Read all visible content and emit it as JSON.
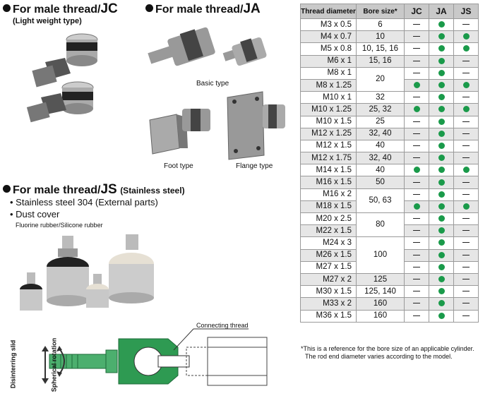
{
  "jc": {
    "title_prefix": "For male thread/",
    "title_code": "JC",
    "subtitle": "(Light weight type)"
  },
  "ja": {
    "title_prefix": "For male thread/",
    "title_code": "JA",
    "basic_caption": "Basic type",
    "foot_caption": "Foot type",
    "flange_caption": "Flange type"
  },
  "js": {
    "title_prefix": "For male thread/",
    "title_code": "JS",
    "title_suffix": "(Stainless steel)",
    "features": [
      "Stainless steel 304 (External parts)",
      "Dust cover"
    ],
    "feature_note": "Fluorine rubber/Silicone rubber"
  },
  "diagram": {
    "connecting_thread_label": "Connecting thread",
    "disinterring_slid_label": "Disinterring slid",
    "spherical_rotation_label": "Spherical rotation"
  },
  "table": {
    "headers": [
      "Thread diameter",
      "Bore size*",
      "JC",
      "JA",
      "JS"
    ],
    "rows": [
      {
        "thread": "M3 x 0.5",
        "bore": "6",
        "jc": false,
        "ja": true,
        "js": false,
        "shade": false
      },
      {
        "thread": "M4 x 0.7",
        "bore": "10",
        "jc": false,
        "ja": true,
        "js": true,
        "shade": true
      },
      {
        "thread": "M5 x 0.8",
        "bore": "10, 15, 16",
        "jc": false,
        "ja": true,
        "js": true,
        "shade": false
      },
      {
        "thread": "M6 x 1",
        "bore": "15, 16",
        "jc": false,
        "ja": true,
        "js": false,
        "shade": true
      },
      {
        "thread": "M8 x 1",
        "bore": "20",
        "jc": false,
        "ja": true,
        "js": false,
        "shade": false
      },
      {
        "thread": "M8 x 1.25",
        "bore": "",
        "jc": true,
        "ja": true,
        "js": true,
        "shade": true
      },
      {
        "thread": "M10 x 1",
        "bore": "32",
        "jc": false,
        "ja": true,
        "js": false,
        "shade": false
      },
      {
        "thread": "M10 x 1.25",
        "bore": "25, 32",
        "jc": true,
        "ja": true,
        "js": true,
        "shade": true
      },
      {
        "thread": "M10 x 1.5",
        "bore": "25",
        "jc": false,
        "ja": true,
        "js": false,
        "shade": false
      },
      {
        "thread": "M12 x 1.25",
        "bore": "32, 40",
        "jc": false,
        "ja": true,
        "js": false,
        "shade": true
      },
      {
        "thread": "M12 x 1.5",
        "bore": "40",
        "jc": false,
        "ja": true,
        "js": false,
        "shade": false
      },
      {
        "thread": "M12 x 1.75",
        "bore": "32, 40",
        "jc": false,
        "ja": true,
        "js": false,
        "shade": true
      },
      {
        "thread": "M14 x 1.5",
        "bore": "40",
        "jc": true,
        "ja": true,
        "js": true,
        "shade": false
      },
      {
        "thread": "M16 x 1.5",
        "bore": "50",
        "jc": false,
        "ja": true,
        "js": false,
        "shade": true
      },
      {
        "thread": "M16 x 2",
        "bore": "50, 63",
        "jc": false,
        "ja": true,
        "js": false,
        "shade": false
      },
      {
        "thread": "M18 x 1.5",
        "bore": "",
        "jc": true,
        "ja": true,
        "js": true,
        "shade": true
      },
      {
        "thread": "M20 x 2.5",
        "bore": "80",
        "jc": false,
        "ja": true,
        "js": false,
        "shade": false
      },
      {
        "thread": "M22 x 1.5",
        "bore": "",
        "jc": false,
        "ja": true,
        "js": false,
        "shade": true
      },
      {
        "thread": "M24 x 3",
        "bore": "100",
        "jc": false,
        "ja": true,
        "js": false,
        "shade": false
      },
      {
        "thread": "M26 x 1.5",
        "bore": "",
        "jc": false,
        "ja": true,
        "js": false,
        "shade": true
      },
      {
        "thread": "M27 x 1.5",
        "bore": "",
        "jc": false,
        "ja": true,
        "js": false,
        "shade": false
      },
      {
        "thread": "M27 x 2",
        "bore": "125",
        "jc": false,
        "ja": true,
        "js": false,
        "shade": true
      },
      {
        "thread": "M30 x 1.5",
        "bore": "125, 140",
        "jc": false,
        "ja": true,
        "js": false,
        "shade": false
      },
      {
        "thread": "M33 x 2",
        "bore": "160",
        "jc": false,
        "ja": true,
        "js": false,
        "shade": true
      },
      {
        "thread": "M36 x 1.5",
        "bore": "160",
        "jc": false,
        "ja": true,
        "js": false,
        "shade": false
      }
    ],
    "footnote_1": "*This is a reference for the bore size of an applicable cylinder.",
    "footnote_2": "The rod end diameter varies according to the model."
  },
  "colors": {
    "available_dot": "#1a9a4a",
    "header_bg": "#c9c9c9",
    "shaded_row": "#e6e6e6",
    "diagram_green": "#2e9a52"
  }
}
